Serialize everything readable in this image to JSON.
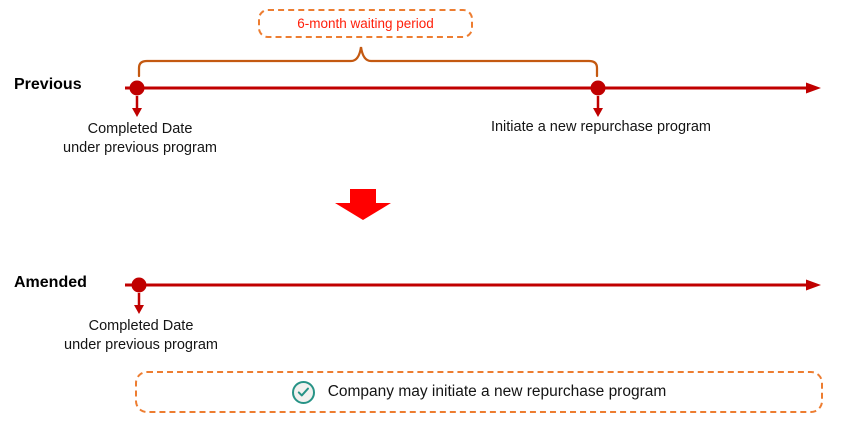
{
  "colors": {
    "timeline-red": "#C00000",
    "accent-red": "#FF0000",
    "dashed-orange": "#ED7D31",
    "brace-orange": "#C45911",
    "check-green": "#279386",
    "label-red": "#FF1F0A"
  },
  "previous": {
    "section_label": "Previous",
    "waiting_period_label": "6-month waiting period",
    "completed_date_label": "Completed Date\nunder previous program",
    "initiate_label": "Initiate a new repurchase program"
  },
  "amended": {
    "section_label": "Amended",
    "completed_date_label": "Completed Date\nunder previous program",
    "outcome_label": "Company may initiate a new repurchase program"
  },
  "icons": {
    "transition": "big-red-down-arrow",
    "outcome_badge": "check-circle",
    "waiting_span": "curly-brace"
  }
}
